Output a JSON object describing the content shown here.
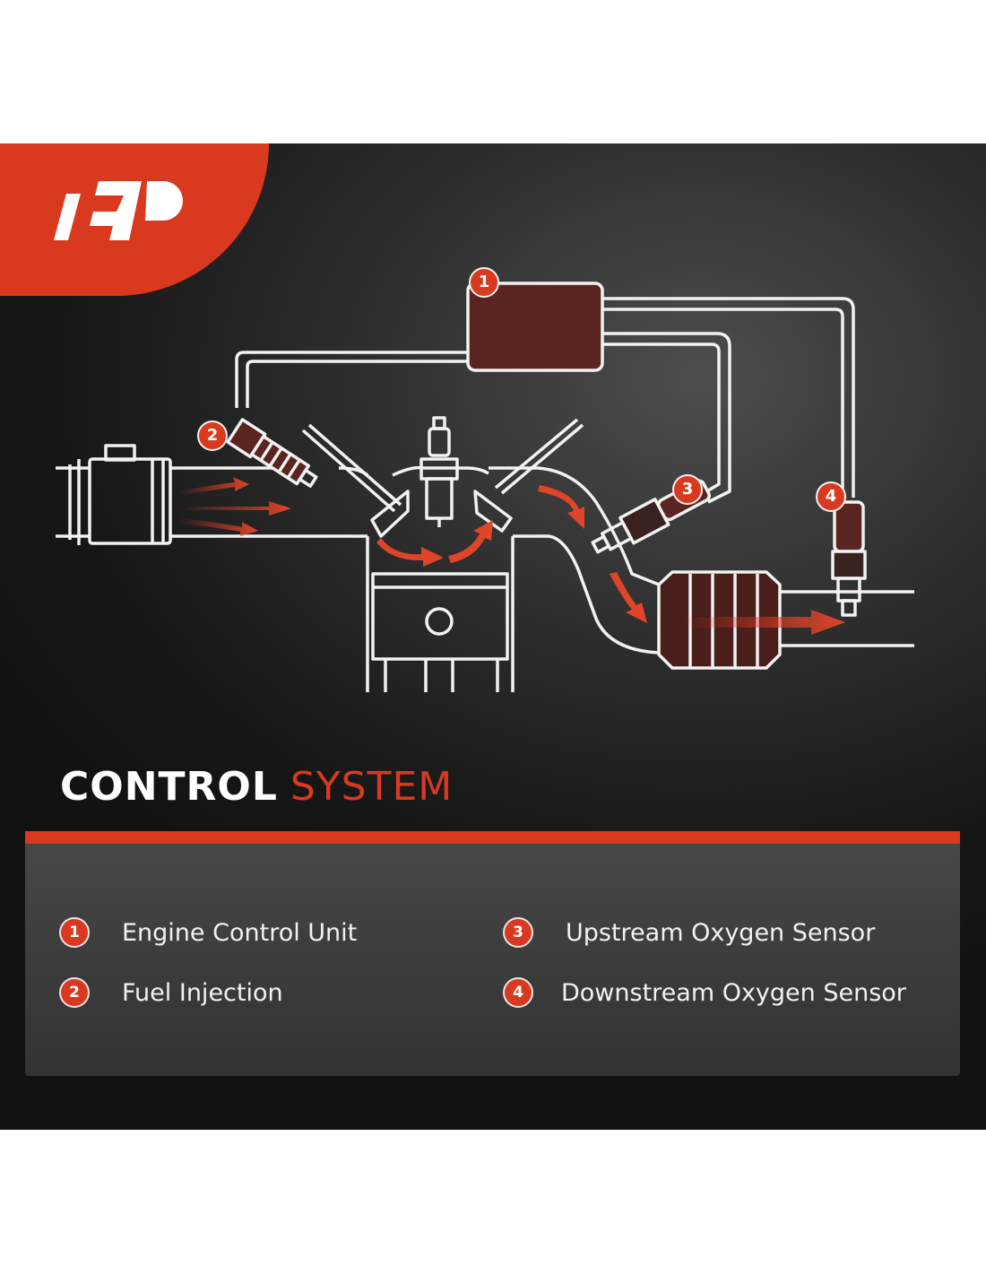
{
  "brand": {
    "logo_text": "A-P",
    "accent_color": "#d9391f"
  },
  "title": {
    "bold": "CONTROL",
    "light": "SYSTEM"
  },
  "callouts": [
    "1",
    "2",
    "3",
    "4"
  ],
  "legend": [
    {
      "number": "1",
      "label": "Engine Control Unit"
    },
    {
      "number": "2",
      "label": "Fuel Injection"
    },
    {
      "number": "3",
      "label": "Upstream Oxygen Sensor"
    },
    {
      "number": "4",
      "label": "Downstream Oxygen Sensor"
    }
  ]
}
